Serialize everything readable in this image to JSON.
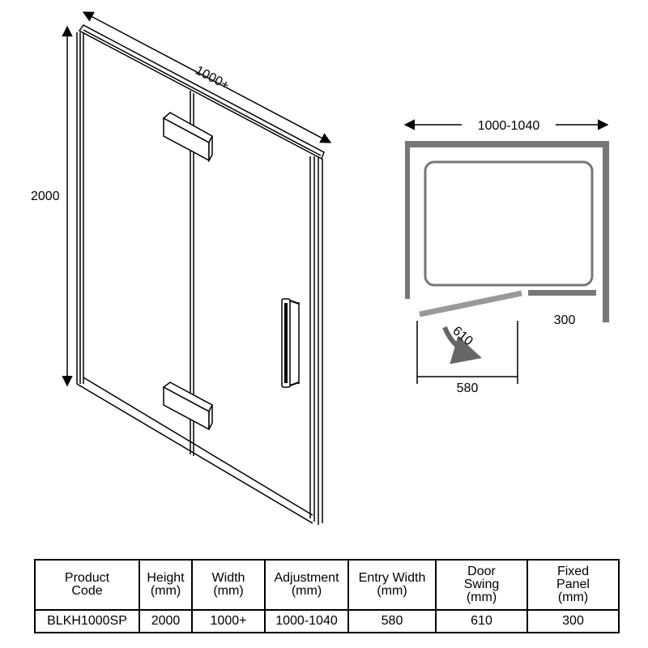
{
  "front_view": {
    "width_label": "1000+",
    "height_label": "2000"
  },
  "plan_view": {
    "width_label": "1000-1040",
    "fixed_panel_label": "300",
    "swing_label": "610",
    "entry_label": "580"
  },
  "table": {
    "headers": [
      "Product\nCode",
      "Height\n(mm)",
      "Width\n(mm)",
      "Adjustment\n(mm)",
      "Entry Width\n(mm)",
      "Door\nSwing\n(mm)",
      "Fixed\nPanel\n(mm)"
    ],
    "row": [
      "BLKH1000SP",
      "2000",
      "1000+",
      "1000-1040",
      "580",
      "610",
      "300"
    ]
  },
  "colors": {
    "line": "#000000",
    "plan_gray": "#777777",
    "swing_gray": "#999999"
  }
}
